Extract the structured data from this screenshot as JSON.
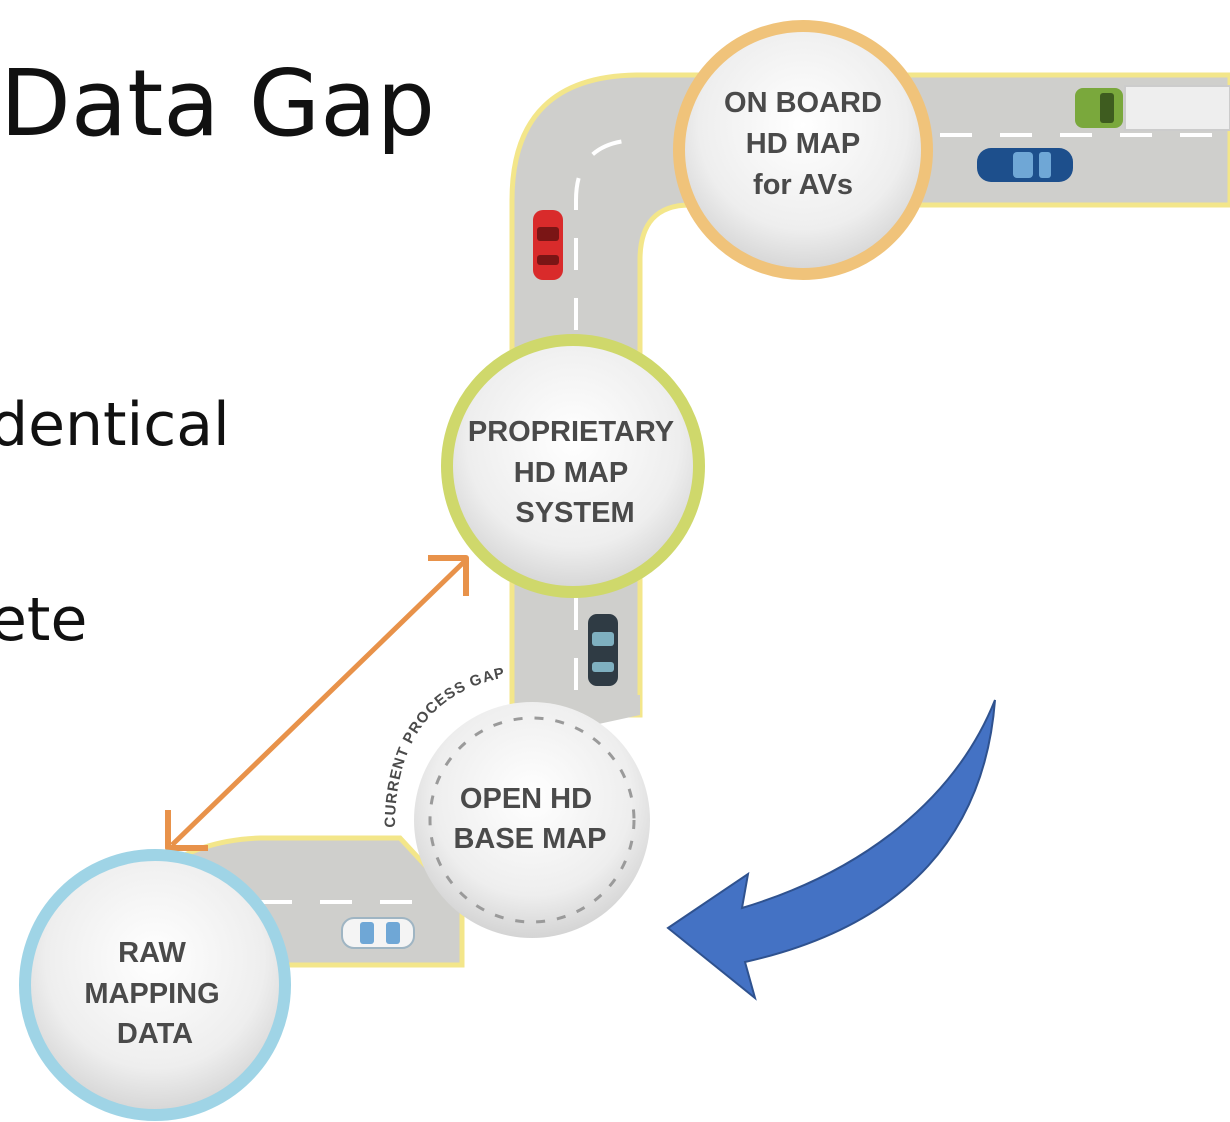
{
  "title": "Data Gap",
  "bullets": [
    "dentical",
    "ete"
  ],
  "nodes": {
    "onboard": {
      "lines": [
        "ON BOARD",
        "HD MAP",
        "for AVs"
      ],
      "ring_color": "#f0c37a"
    },
    "proprietary": {
      "lines": [
        "PROPRIETARY",
        "HD MAP",
        "SYSTEM"
      ],
      "ring_color": "#cfd86b"
    },
    "open_base": {
      "lines": [
        "OPEN HD",
        "BASE MAP"
      ],
      "ring_color": "#dcdcdc"
    },
    "raw": {
      "lines": [
        "RAW",
        "MAPPING",
        "DATA"
      ],
      "ring_color": "#9fd4e6"
    }
  },
  "gap_label": "CURRENT PROCESS GAP",
  "colors": {
    "road": "#cfcfcc",
    "road_edge": "#f3e68a",
    "lane_marking": "#ffffff",
    "double_arrow": "#e8924a",
    "blue_arrow": "#4472c4"
  },
  "icons": [
    "car-red-icon",
    "car-blue-icon",
    "car-dark-icon",
    "car-white-icon",
    "truck-green-icon"
  ]
}
